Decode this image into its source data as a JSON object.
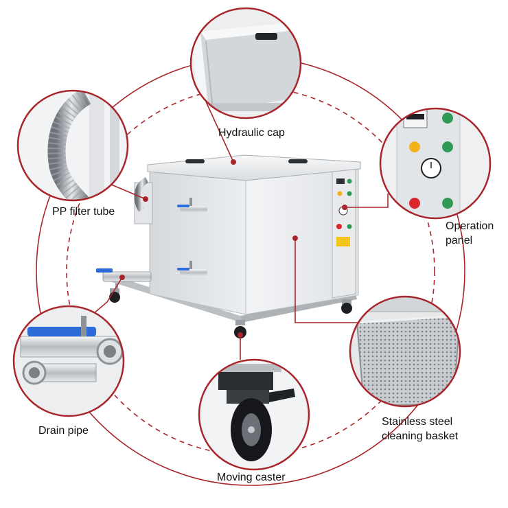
{
  "colors": {
    "accent": "#a8262b",
    "metal_light": "#eef0f2",
    "metal_mid": "#cfd3d7",
    "metal_dark": "#8d9297",
    "panel_green": "#2f9a55",
    "panel_yellow": "#f2b21c",
    "panel_red": "#d8262a",
    "hose_blue": "#2c6bd8"
  },
  "callouts": [
    {
      "id": "hydraulic-cap",
      "icon": "hydraulic-cap-icon",
      "lines": [
        "Hydraulic cap"
      ]
    },
    {
      "id": "pp-filter-tube",
      "icon": "filter-tube-icon",
      "lines": [
        "PP filter tube"
      ]
    },
    {
      "id": "operation-panel",
      "icon": "control-panel-icon",
      "lines": [
        "Operation",
        "panel"
      ]
    },
    {
      "id": "drain-pipe",
      "icon": "drain-pipe-icon",
      "lines": [
        "Drain pipe"
      ]
    },
    {
      "id": "stainless-steel-basket",
      "icon": "basket-icon",
      "lines": [
        "Stainless steel",
        "cleaning basket"
      ]
    },
    {
      "id": "moving-caster",
      "icon": "caster-wheel-icon",
      "lines": [
        "Moving caster"
      ]
    }
  ]
}
